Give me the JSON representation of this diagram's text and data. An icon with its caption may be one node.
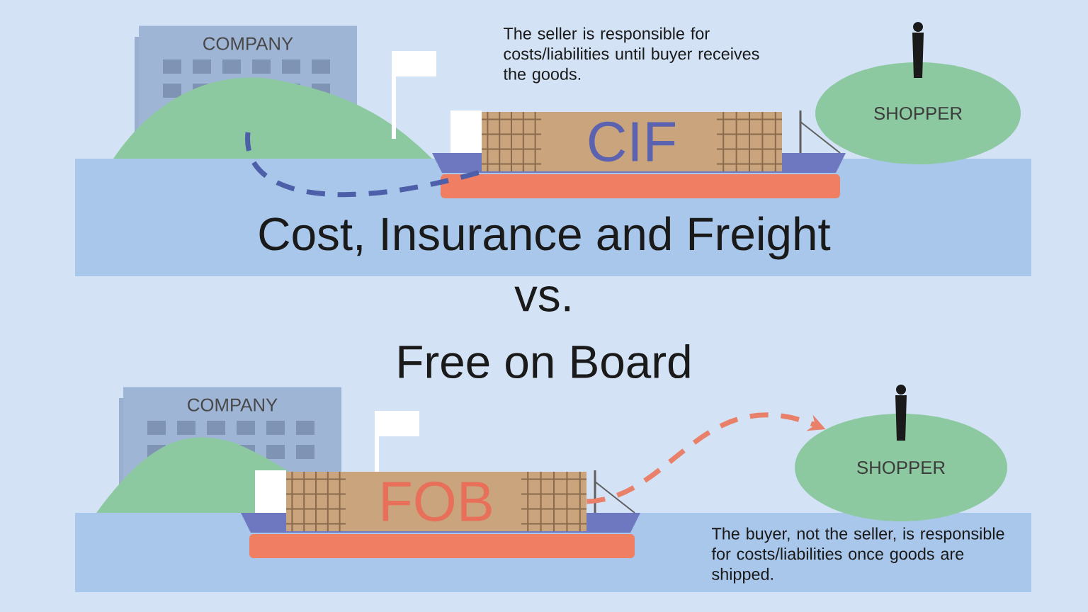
{
  "diagram": {
    "nodes": [
      {
        "text": [
          "COMPANY"
        ]
      },
      {
        "text": [
          "CIF"
        ]
      },
      {
        "text": [
          "SHOPPER"
        ]
      },
      {
        "text": [
          "COMPANY"
        ]
      },
      {
        "text": [
          "FOB"
        ]
      },
      {
        "text": [
          "SHOPPER"
        ]
      }
    ],
    "edges": [
      {
        "from": 0,
        "to": 1,
        "arrow": "none",
        "style": "dashed",
        "color": "#4d5fa8"
      },
      {
        "from": 4,
        "to": 5,
        "arrow": "to",
        "style": "dashed",
        "color": "#e8806a"
      }
    ],
    "labels": [
      "The seller is responsible for costs/liabilities until buyer receives the goods.",
      "Cost, Insurance and Freight",
      "vs.",
      "Free on Board",
      "The buyer, not the seller, is responsible for costs/liabilities once goods are shipped."
    ]
  }
}
